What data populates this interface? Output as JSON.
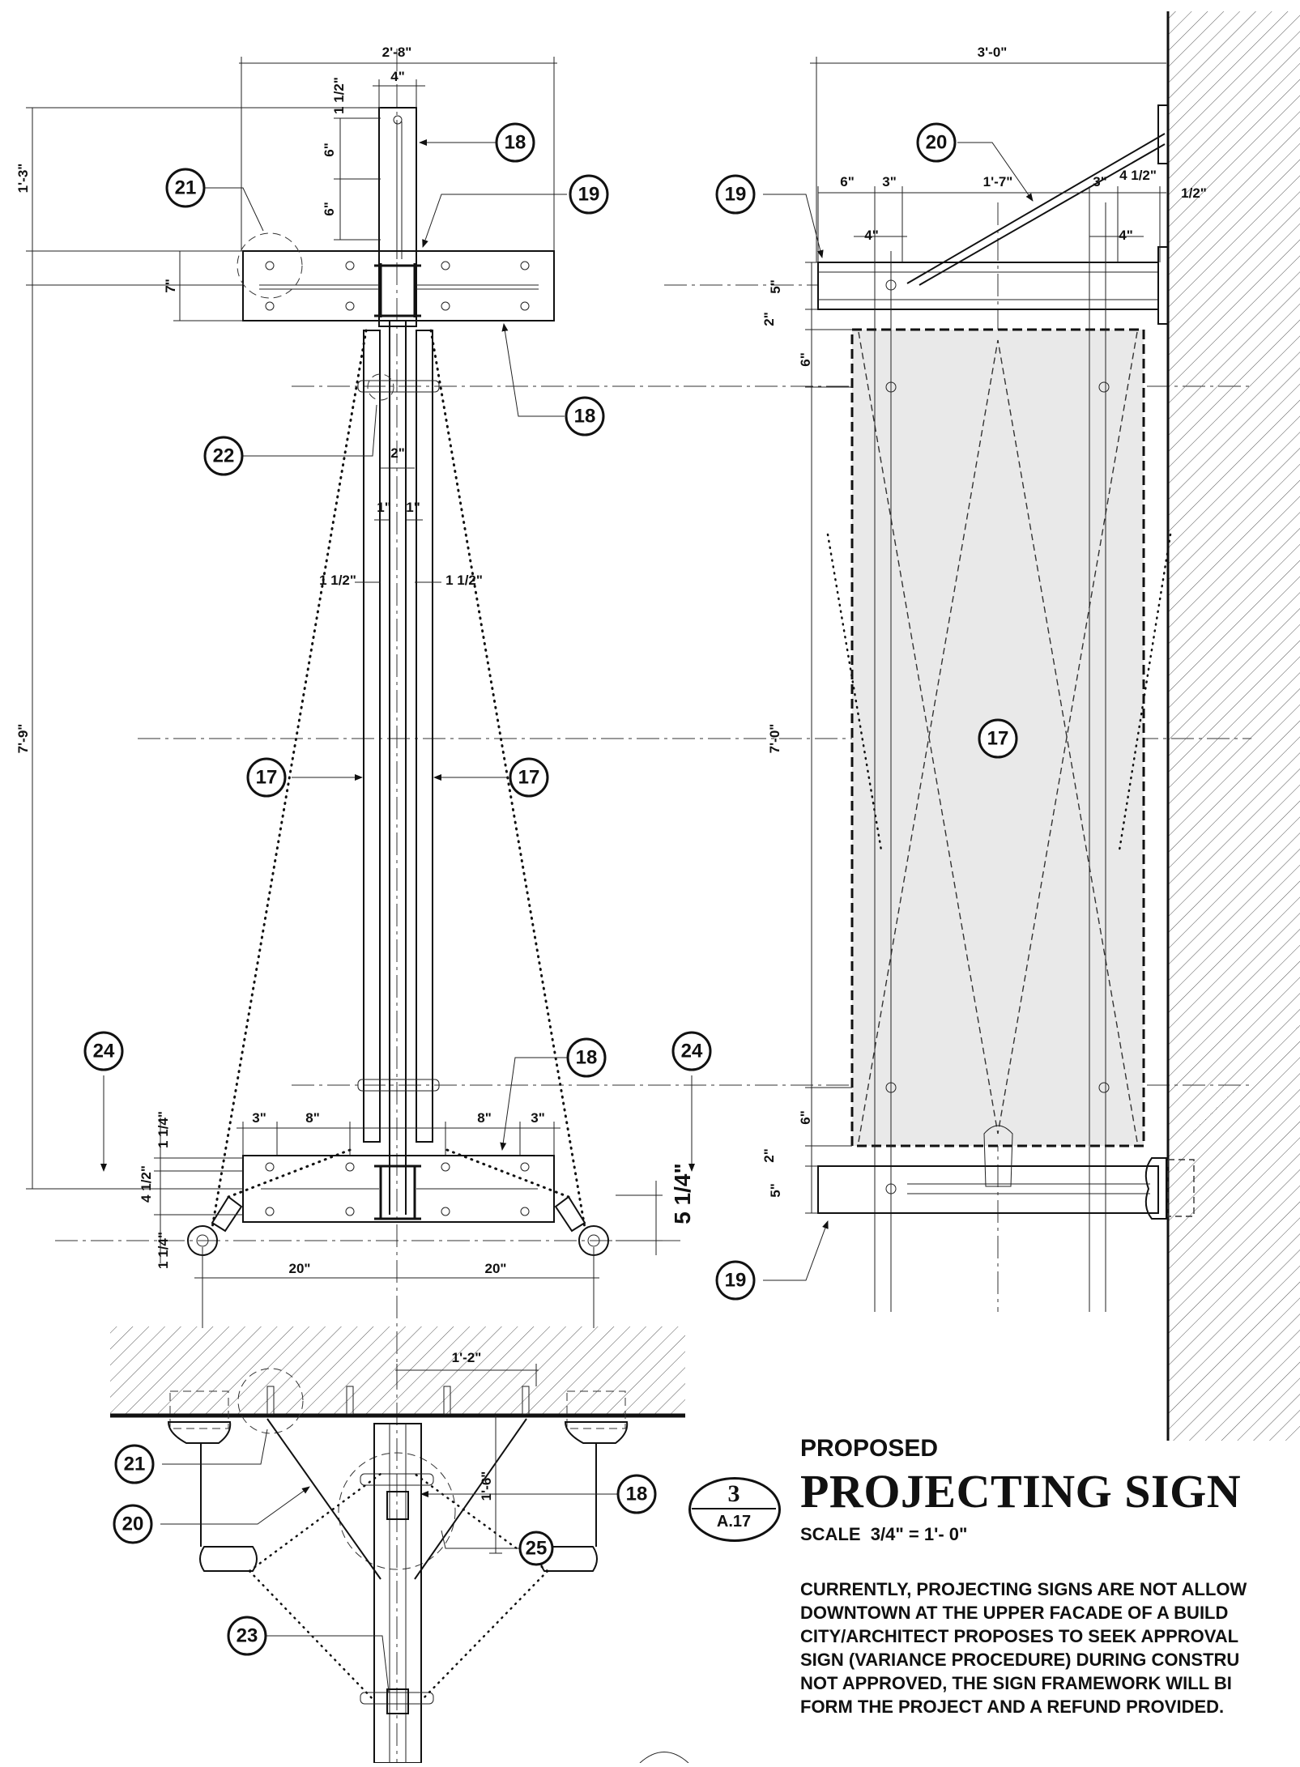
{
  "title_block": {
    "prefix": "PROPOSED",
    "title": "PROJECTING SIGN",
    "scale": "SCALE  3/4\" = 1'- 0\"",
    "detail_number": "3",
    "sheet_ref": "A.17",
    "notes": [
      "CURRENTLY, PROJECTING SIGNS ARE NOT ALLOW",
      "DOWNTOWN AT THE UPPER FACADE OF A BUILD",
      "CITY/ARCHITECT PROPOSES TO SEEK APPROVAL",
      "SIGN (VARIANCE PROCEDURE) DURING CONSTRU",
      "NOT APPROVED, THE SIGN FRAMEWORK WILL BI",
      "FORM THE PROJECT AND A REFUND PROVIDED."
    ]
  },
  "front_view": {
    "dims": {
      "top_width": "2'-8\"",
      "post_width": "4\"",
      "top_ext": "1 1/2\"",
      "upper_6a": "6\"",
      "upper_6b": "6\"",
      "left_height_top": "1'-3\"",
      "plate_height": "7\"",
      "overall_height": "7'-9\"",
      "gap_2": "2\"",
      "gap_1a": "1\"",
      "gap_1b": "1\"",
      "side_left": "1 1/2\"",
      "side_right": "1 1/2\"",
      "bot_3_left": "3\"",
      "bot_8_left": "8\"",
      "bot_8_right": "8\"",
      "bot_3_right": "3\"",
      "bot_v1": "1 1/4\"",
      "bot_v2": "4 1/2\"",
      "bot_v3": "1 1/4\"",
      "bot_5_14": "5 1/4\"",
      "span_left": "20\"",
      "span_right": "20\""
    },
    "callouts": {
      "c18_top": "18",
      "c19_top": "19",
      "c21_top": "21",
      "c18_mid": "18",
      "c22": "22",
      "c17_left": "17",
      "c17_right": "17",
      "c24_left": "24",
      "c18_bot": "18",
      "c24_right": "24"
    }
  },
  "side_view": {
    "dims": {
      "overall_width": "3'-0\"",
      "d6": "6\"",
      "d3": "3\"",
      "d1_7": "1'-7\"",
      "d3b": "3\"",
      "d4_12": "4 1/2\"",
      "d12": "1/2\"",
      "d4_left": "4\"",
      "d4_right": "4\"",
      "v5_top": "5\"",
      "v2_top": "2\"",
      "v6_top": "6\"",
      "overall_height": "7'-0\"",
      "v6_bot": "6\"",
      "v2_bot": "2\"",
      "v5_bot": "5\""
    },
    "callouts": {
      "c20": "20",
      "c19_top": "19",
      "c17": "17",
      "c19_bot": "19"
    }
  },
  "plan_view": {
    "dims": {
      "width": "1'-2\"",
      "depth": "1'-6\""
    },
    "callouts": {
      "c21": "21",
      "c20": "20",
      "c18": "18",
      "c25": "25",
      "c23": "23"
    }
  }
}
